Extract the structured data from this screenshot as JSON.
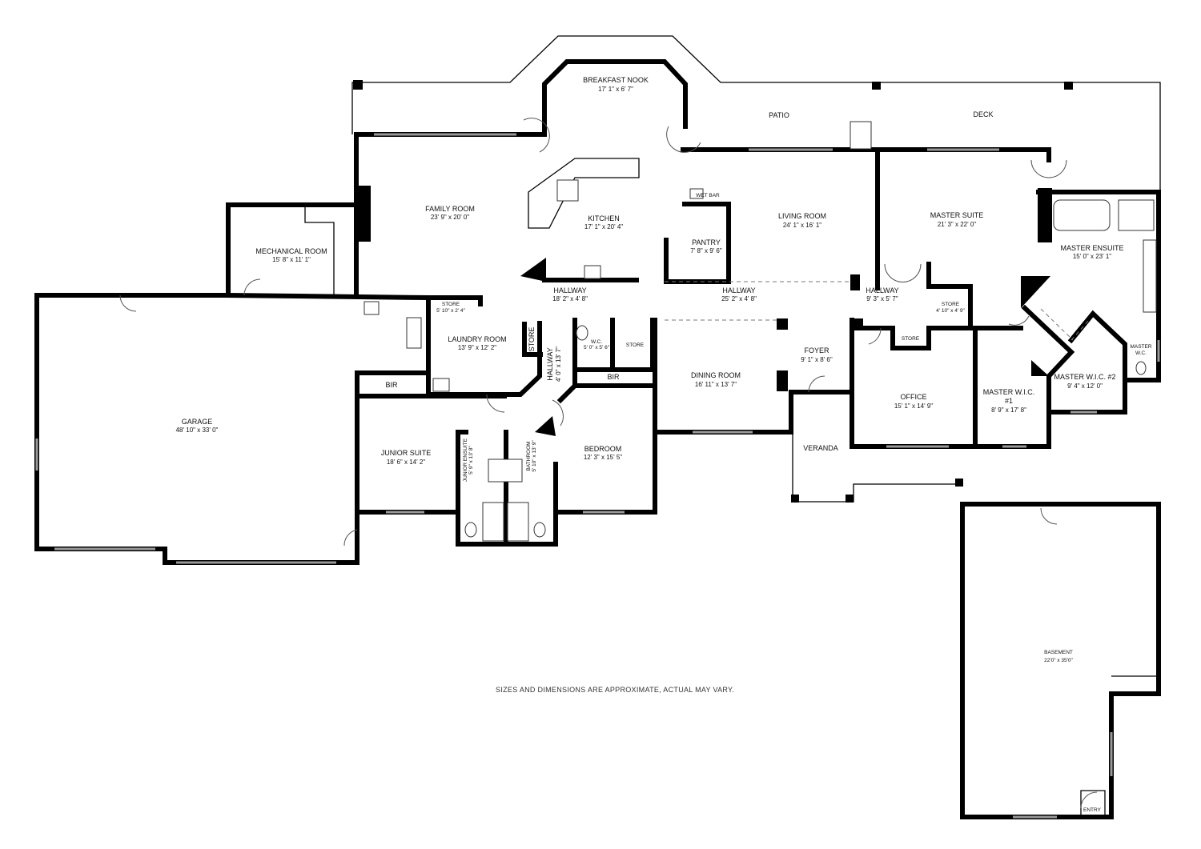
{
  "plan": {
    "note": "SIZES AND DIMENSIONS ARE APPROXIMATE, ACTUAL MAY VARY.",
    "rooms": {
      "breakfast_nook": {
        "name": "BREAKFAST NOOK",
        "dim": "17' 1\" x 6' 7\""
      },
      "patio": {
        "name": "PATIO"
      },
      "deck": {
        "name": "DECK"
      },
      "family_room": {
        "name": "FAMILY ROOM",
        "dim": "23' 9\" x 20' 0\""
      },
      "kitchen": {
        "name": "KITCHEN",
        "dim": "17' 1\" x 20' 4\""
      },
      "wet_bar": {
        "name": "WET BAR"
      },
      "pantry": {
        "name": "PANTRY",
        "dim": "7' 8\" x 9' 6\""
      },
      "living_room": {
        "name": "LIVING ROOM",
        "dim": "24' 1\" x 16' 1\""
      },
      "master_suite": {
        "name": "MASTER SUITE",
        "dim": "21' 3\" x 22' 0\""
      },
      "master_ensuite": {
        "name": "MASTER ENSUITE",
        "dim": "15' 0\" x 23' 1\""
      },
      "mechanical_room": {
        "name": "MECHANICAL ROOM",
        "dim": "15' 8\" x 11' 1\""
      },
      "hallway_1": {
        "name": "HALLWAY",
        "dim": "18' 2\" x 4' 8\""
      },
      "hallway_2": {
        "name": "HALLWAY",
        "dim": "25' 2\" x 4' 8\""
      },
      "hallway_3": {
        "name": "HALLWAY",
        "dim": "9' 3\" x 5' 7\""
      },
      "hallway_4": {
        "name": "HALLWAY",
        "dim": "4' 0\" x 13' 7\""
      },
      "store_laundry": {
        "name": "STORE",
        "dim": "5' 10\" x 2' 4\""
      },
      "store_hall": {
        "name": "STORE",
        "dim": "4' 10\" x 4' 9\""
      },
      "store_office": {
        "name": "STORE"
      },
      "store_laundry_side": {
        "name": "STORE"
      },
      "store_wc": {
        "name": "STORE"
      },
      "laundry_room": {
        "name": "LAUNDRY ROOM",
        "dim": "13' 9\" x 12' 2\""
      },
      "wc": {
        "name": "W.C.",
        "dim": "5' 0\" x 5' 6\""
      },
      "bir_bedroom": {
        "name": "BIR"
      },
      "bir_junior": {
        "name": "BIR"
      },
      "dining_room": {
        "name": "DINING ROOM",
        "dim": "16' 11\" x 13' 7\""
      },
      "foyer": {
        "name": "FOYER",
        "dim": "9' 1\" x 8' 6\""
      },
      "office": {
        "name": "OFFICE",
        "dim": "15' 1\" x 14' 9\""
      },
      "master_wic_1": {
        "name": "MASTER W.I.C.",
        "name2": "#1",
        "dim": "8' 9\" x 17' 8\""
      },
      "master_wic_2": {
        "name": "MASTER W.I.C. #2",
        "dim": "9' 4\" x 12' 0\""
      },
      "master_wc": {
        "name": "MASTER",
        "name2": "W.C."
      },
      "garage": {
        "name": "GARAGE",
        "dim": "48' 10\" x 33' 0\""
      },
      "junior_suite": {
        "name": "JUNIOR SUITE",
        "dim": "18' 6\" x 14' 2\""
      },
      "junior_ensuite": {
        "name": "JUNIOR ENSUITE",
        "dim": "5' 9\" x 13' 8\""
      },
      "bathroom": {
        "name": "BATHROOM",
        "dim": "5' 10\" x 13' 9\""
      },
      "bedroom": {
        "name": "BEDROOM",
        "dim": "12' 3\" x 15' 5\""
      },
      "veranda": {
        "name": "VERANDA"
      },
      "basement": {
        "name": "BASEMENT",
        "dim": "22'0\" x 35'0\""
      },
      "entry": {
        "name": "ENTRY"
      }
    }
  }
}
